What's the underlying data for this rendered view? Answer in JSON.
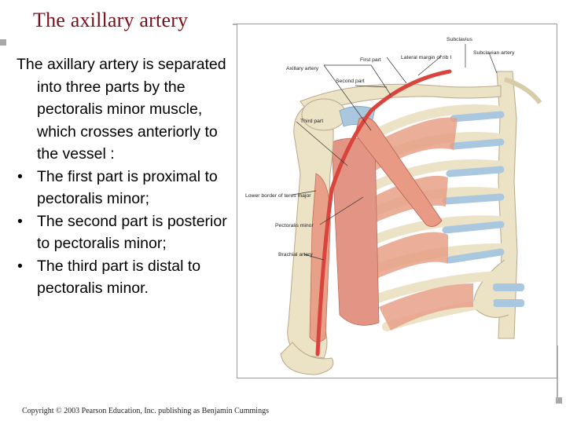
{
  "slide": {
    "title": "The axillary artery",
    "intro": "The axillary artery is separated into three parts by the pectoralis minor muscle, which crosses anteriorly to the vessel :",
    "bullets": [
      {
        "symbol": "•",
        "text": "The first part is proximal to pectoralis minor;"
      },
      {
        "symbol": "•",
        "text": "The second part is posterior to pectoralis minor;"
      },
      {
        "symbol": "•",
        "text": "The third part is distal to pectoralis minor."
      }
    ],
    "copyright": "Copyright © 2003 Pearson Education, Inc. publishing as Benjamin Cummings"
  },
  "figure": {
    "labels": {
      "axillary_artery": "Axillary artery",
      "subclavius": "Subclavius",
      "first_part": "First part",
      "lateral_margin": "Lateral margin of rib I",
      "subclavian_artery": "Subclavian artery",
      "second_part": "Second part",
      "third_part": "Third part",
      "lower_border": "Lower border of teres major",
      "pectoralis_minor": "Pectoralis minor",
      "brachial_artery": "Brachial artery"
    },
    "colors": {
      "artery": "#d9443c",
      "bone": "#ece2c6",
      "muscle": "#e8a088",
      "cartilage": "#a9c8e0"
    }
  }
}
